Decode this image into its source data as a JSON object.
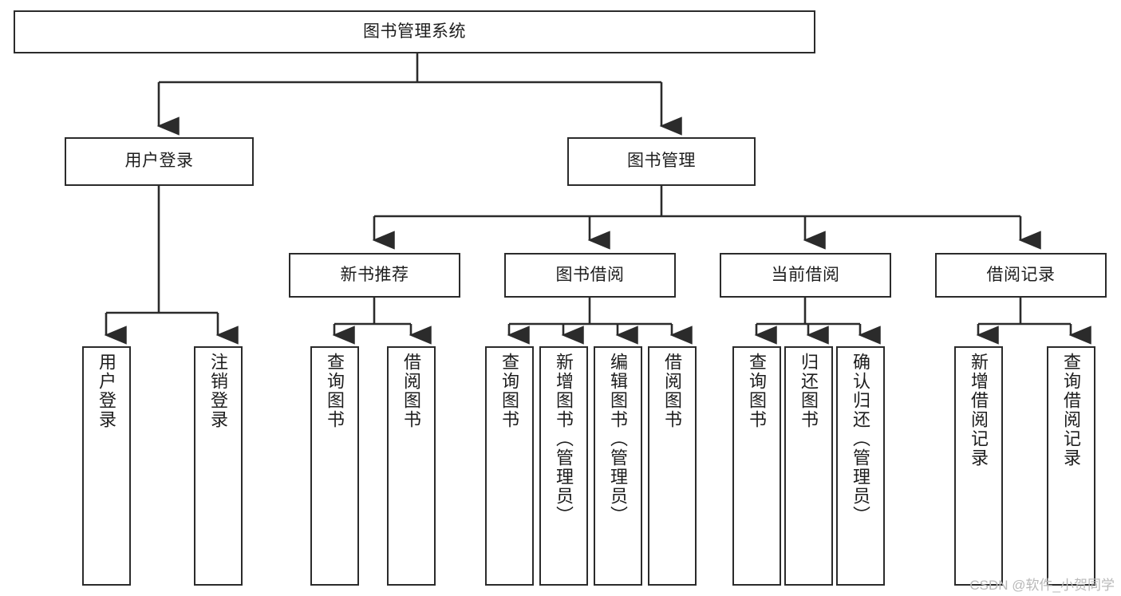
{
  "diagram": {
    "title": "图书管理系统",
    "type": "hierarchy-tree",
    "watermark": "CSDN @软件_小贺同学",
    "colors": {
      "stroke": "#2b2b2b",
      "fill": "#ffffff",
      "text": "#1d1d1d",
      "watermark": "#b9b9b9"
    },
    "nodes": {
      "root": {
        "label": "图书管理系统",
        "level": 1
      },
      "l2": [
        {
          "label": "用户登录",
          "level": 2
        },
        {
          "label": "图书管理",
          "level": 2
        }
      ],
      "l3": [
        {
          "label": "新书推荐",
          "level": 3
        },
        {
          "label": "图书借阅",
          "level": 3
        },
        {
          "label": "当前借阅",
          "level": 3
        },
        {
          "label": "借阅记录",
          "level": 3
        }
      ],
      "leaves": [
        {
          "label": "用户登录",
          "parent": "用户登录"
        },
        {
          "label": "注销登录",
          "parent": "用户登录"
        },
        {
          "label": "查询图书",
          "parent": "新书推荐"
        },
        {
          "label": "借阅图书",
          "parent": "新书推荐"
        },
        {
          "label": "查询图书",
          "parent": "图书借阅"
        },
        {
          "label": "新增图书（管理员）",
          "parent": "图书借阅"
        },
        {
          "label": "编辑图书（管理员）",
          "parent": "图书借阅"
        },
        {
          "label": "借阅图书",
          "parent": "图书借阅"
        },
        {
          "label": "查询图书",
          "parent": "当前借阅"
        },
        {
          "label": "归还图书",
          "parent": "当前借阅"
        },
        {
          "label": "确认归还（管理员）",
          "parent": "当前借阅"
        },
        {
          "label": "新增借阅记录",
          "parent": "借阅记录"
        },
        {
          "label": "查询借阅记录",
          "parent": "借阅记录"
        }
      ]
    }
  }
}
